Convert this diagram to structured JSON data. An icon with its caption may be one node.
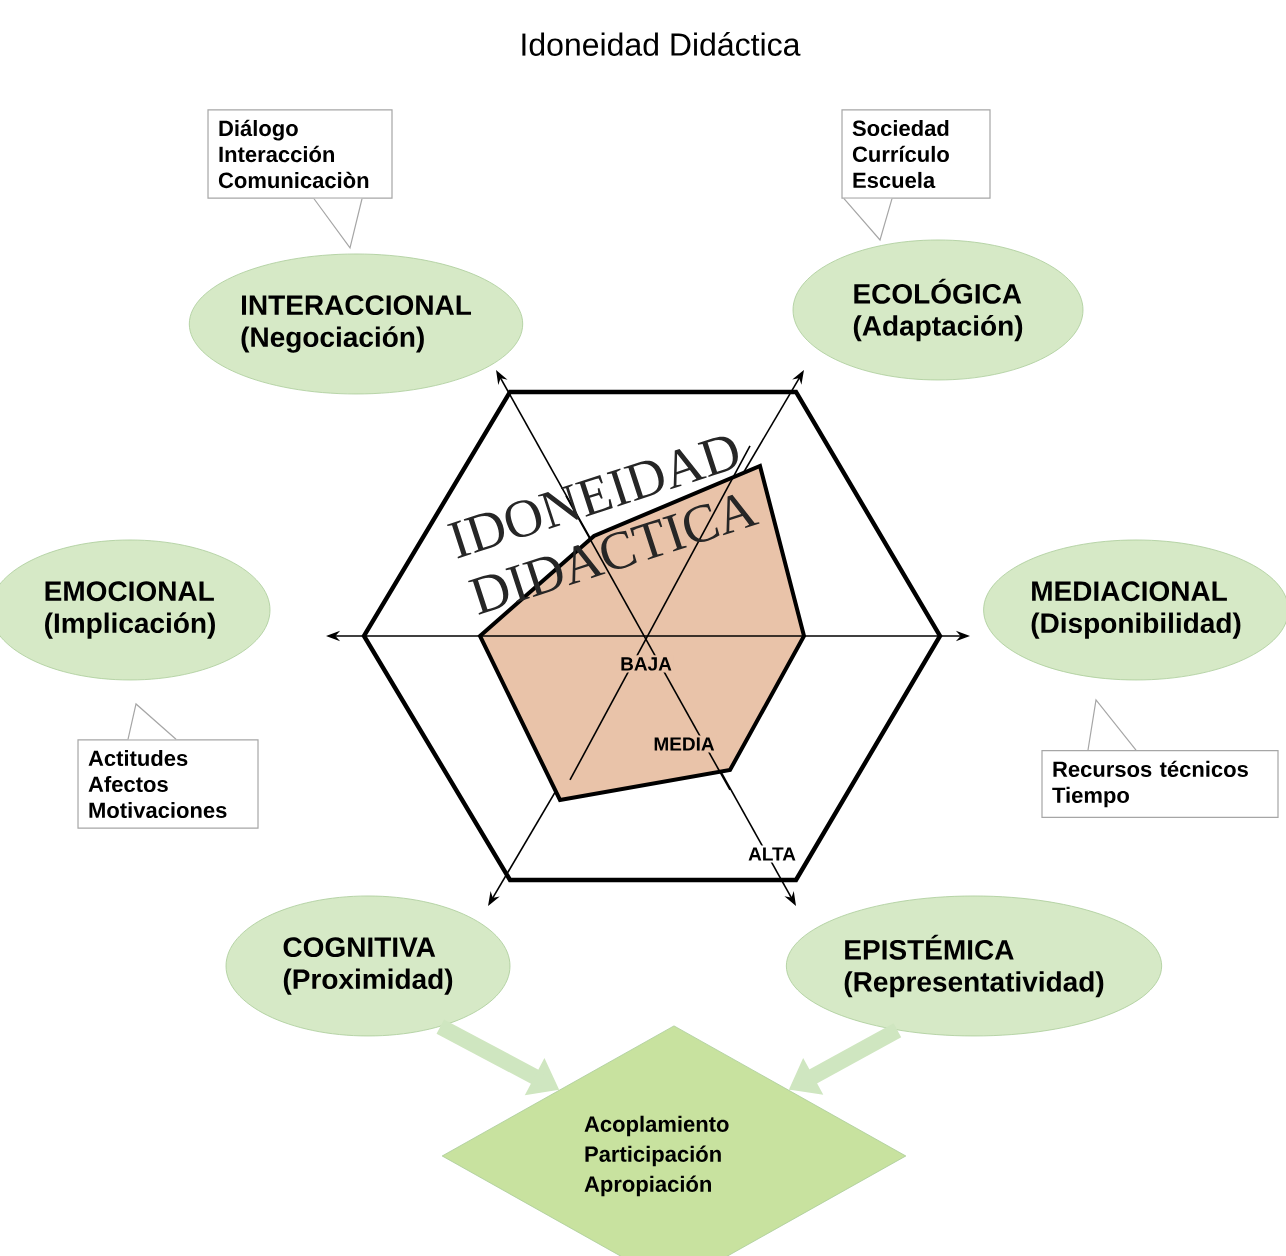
{
  "diagram": {
    "title": "Idoneidad Didáctica",
    "nodes": [
      {
        "text": [
          "Diálogo Interacción Comunicaciòn"
        ]
      },
      {
        "text": [
          "Sociedad Currículo Escuela"
        ]
      },
      {
        "text": [
          "INTERACCIONAL",
          "(Negociación)"
        ]
      },
      {
        "text": [
          "ECOLÓGICA",
          "(Adaptación)"
        ]
      },
      {
        "text": [
          "EMOCIONAL",
          "(Implicación)"
        ]
      },
      {
        "text": [
          "MEDIACIONAL",
          "(Disponibilidad)"
        ]
      },
      {
        "text": [
          "Actitudes Afectos Motivaciones"
        ]
      },
      {
        "text": [
          "Recursos técnicos Tiempo"
        ]
      },
      {
        "text": [
          "COGNITIVA",
          "(Proximidad)"
        ]
      },
      {
        "text": [
          "EPISTÉMICA",
          "(Representatividad)"
        ]
      },
      {
        "text": [
          "Acoplamiento Participación Apropiación"
        ]
      }
    ],
    "edges": [
      {
        "from": 8,
        "to": 10,
        "arrow": "to",
        "color": "#cfe6c0"
      },
      {
        "from": 9,
        "to": 10,
        "arrow": "to",
        "color": "#cfe6c0"
      }
    ],
    "labels": [
      "IDONEIDAD DIDACTICA",
      "BAJA",
      "MEDIA",
      "ALTA"
    ]
  }
}
